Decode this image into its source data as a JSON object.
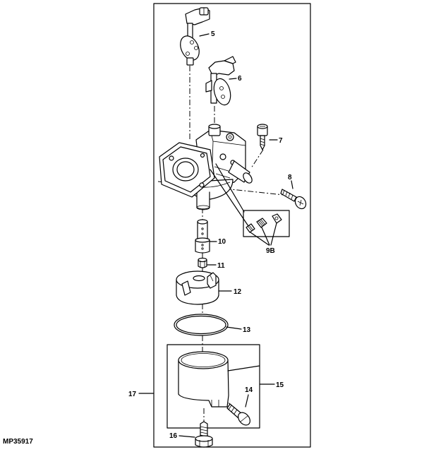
{
  "figure_id": "MP35917",
  "callouts": {
    "c5": "5",
    "c6": "6",
    "c7": "7",
    "c8": "8",
    "c9b": "9B",
    "c10": "10",
    "c11": "11",
    "c12": "12",
    "c13": "13",
    "c14": "14",
    "c15": "15",
    "c16": "16",
    "c17": "17"
  },
  "colors": {
    "line": "#000000",
    "background": "#ffffff"
  }
}
